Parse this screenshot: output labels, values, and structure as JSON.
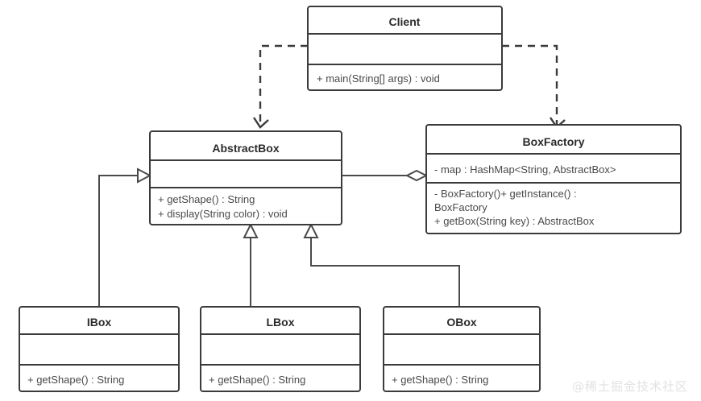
{
  "diagram": {
    "kind": "uml-class-diagram",
    "title_visible": false,
    "background_color": "#ffffff",
    "line_color": "#4a4a4a",
    "box_border_color": "#3b3b3b",
    "text_color": "#4a4a4a",
    "name_text_color": "#2b2b2b",
    "watermark": "@稀土掘金技术社区",
    "watermark_color": "#e2e2e2"
  },
  "classes": [
    {
      "id": "client",
      "name": "Client",
      "attributes": [],
      "methods": [
        "+ main(String[] args) : void"
      ]
    },
    {
      "id": "abstractbox",
      "name": "AbstractBox",
      "attributes": [],
      "methods": [
        "+ getShape() : String",
        "+ display(String color) : void"
      ]
    },
    {
      "id": "boxfactory",
      "name": "BoxFactory",
      "attributes": [
        "- map : HashMap<String, AbstractBox>"
      ],
      "methods": [
        "- BoxFactory()+ getInstance() : BoxFactory",
        "+ getBox(String key) : AbstractBox"
      ]
    },
    {
      "id": "ibox",
      "name": "IBox",
      "attributes": [],
      "methods": [
        "+ getShape() : String"
      ]
    },
    {
      "id": "lbox",
      "name": "LBox",
      "attributes": [],
      "methods": [
        "+ getShape() : String"
      ]
    },
    {
      "id": "obox",
      "name": "OBox",
      "attributes": [],
      "methods": [
        "+ getShape() : String"
      ]
    }
  ],
  "relationships": [
    {
      "id": "client-to-abstractbox",
      "type": "dependency",
      "style": "dashed",
      "arrowhead": "open",
      "from": "Client",
      "to": "AbstractBox"
    },
    {
      "id": "client-to-boxfactory",
      "type": "dependency",
      "style": "dashed",
      "arrowhead": "open",
      "from": "Client",
      "to": "BoxFactory"
    },
    {
      "id": "boxfactory-to-abstractbox",
      "type": "aggregation",
      "style": "solid",
      "arrowhead": "hollow-diamond",
      "from": "BoxFactory",
      "to": "AbstractBox"
    },
    {
      "id": "ibox-to-abstractbox",
      "type": "generalization",
      "style": "solid",
      "arrowhead": "hollow-triangle",
      "from": "IBox",
      "to": "AbstractBox"
    },
    {
      "id": "lbox-to-abstractbox",
      "type": "generalization",
      "style": "solid",
      "arrowhead": "hollow-triangle",
      "from": "LBox",
      "to": "AbstractBox"
    },
    {
      "id": "obox-to-abstractbox",
      "type": "generalization",
      "style": "solid",
      "arrowhead": "hollow-triangle",
      "from": "OBox",
      "to": "AbstractBox"
    }
  ]
}
